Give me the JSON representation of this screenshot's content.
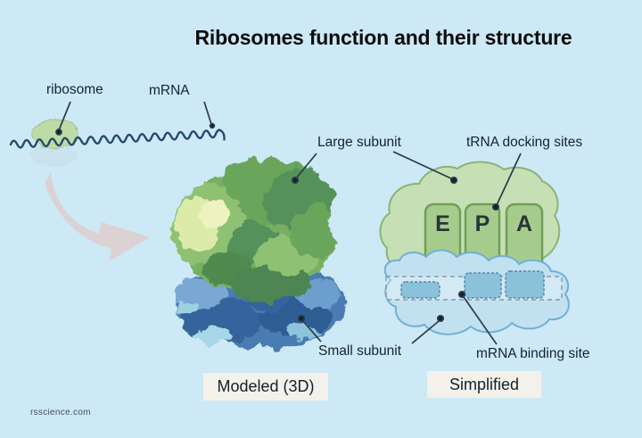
{
  "title": "Ribosomes function and their structure",
  "credit": "rsscience.com",
  "labels": {
    "ribosome": "ribosome",
    "mrna": "mRNA",
    "large_subunit": "Large subunit",
    "trna_docking": "tRNA docking sites",
    "small_subunit": "Small subunit",
    "mrna_binding": "mRNA binding site"
  },
  "captions": {
    "modeled": "Modeled (3D)",
    "simplified": "Simplified"
  },
  "docking_sites": [
    "E",
    "P",
    "A"
  ],
  "colors": {
    "background": "#cde9f6",
    "large_subunit_green": "#79af62",
    "small_subunit_blue": "#4a7cb2",
    "simplified_green_fill": "#c6dfb4",
    "simplified_green_border": "#8ab472",
    "docking_slot_fill": "#a6cc8d",
    "docking_slot_border": "#6f9f58",
    "simplified_blue_fill": "#c2e1f0",
    "simplified_blue_border": "#6fb0d4",
    "mrna_line": "#24496b",
    "pointer_line": "#2c3a4a",
    "arrow": "#dcd1d3",
    "caption_bg": "#f4f1ea"
  }
}
